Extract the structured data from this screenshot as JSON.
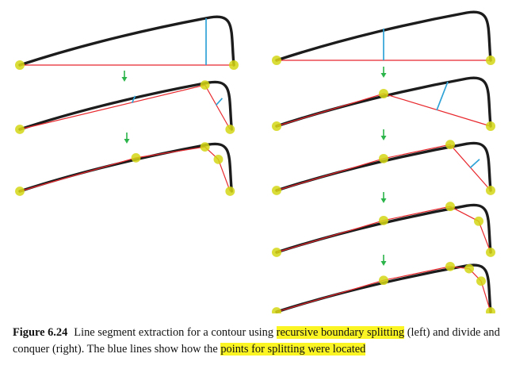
{
  "caption": {
    "label": "Figure 6.24",
    "text_1": "Line segment extraction for a contour using ",
    "highlight_1": "recursive boundary splitting",
    "text_2": " (left) and divide and conquer (right). The blue lines show how the ",
    "highlight_2": "points for splitting were located"
  },
  "colors": {
    "curve": "#1c1c1c",
    "segment": "#e8282d",
    "split_line": "#2ea2d6",
    "point": "#d4d614",
    "arrow": "#2bb44a",
    "highlight": "#fbf523"
  }
}
